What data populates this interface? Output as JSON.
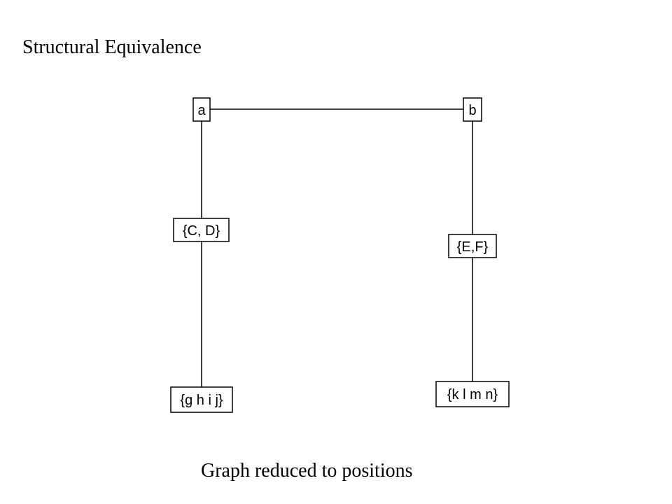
{
  "slide": {
    "title": "Structural Equivalence",
    "caption": "Graph reduced to positions"
  },
  "diagram": {
    "nodes": [
      {
        "id": "a",
        "label": "a"
      },
      {
        "id": "b",
        "label": "b"
      },
      {
        "id": "cd",
        "label": "{C, D}"
      },
      {
        "id": "ef",
        "label": "{E,F}"
      },
      {
        "id": "ghij",
        "label": "{g h i j}"
      },
      {
        "id": "klmn",
        "label": "{k l m n}"
      }
    ],
    "edges": [
      {
        "from": "a",
        "to": "b"
      },
      {
        "from": "a",
        "to": "cd"
      },
      {
        "from": "cd",
        "to": "ghij"
      },
      {
        "from": "b",
        "to": "ef"
      },
      {
        "from": "ef",
        "to": "klmn"
      }
    ]
  }
}
